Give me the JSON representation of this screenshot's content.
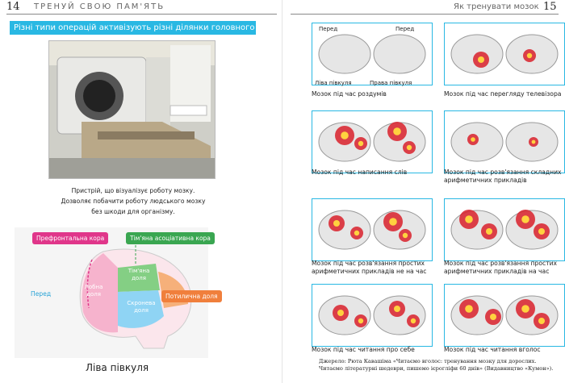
{
  "header": {
    "left_page_number": "14",
    "left_title": "ТРЕНУЙ СВОЮ ПАМ'ЯТЬ",
    "right_title": "Як тренувати мозок",
    "right_page_number": "15"
  },
  "left": {
    "section_title": "Різні типи операцій активізують різні ділянки головного мозку",
    "photo_caption": [
      "Пристрій, що візуалізує роботу мозку.",
      "Дозволяє побачити роботу людського мозку",
      "без шкоди для організму."
    ],
    "diagram": {
      "prefrontal_label": "Префронтальна кора",
      "parietal_label": "Тім'яна асоціативна кора",
      "front_label": "Перед",
      "frontal_lobe": "Лобна доля",
      "parietal_lobe": "Тім'яна доля",
      "temporal_lobe": "Скронева доля",
      "occipital_label": "Потилична доля",
      "hemisphere": "Ліва півкуля"
    }
  },
  "right": {
    "first_panel_labels": {
      "front_left": "Перед",
      "front_right": "Перед",
      "left_hemisphere": "Ліва півкуля",
      "right_hemisphere": "Права півкуля"
    },
    "panels": [
      {
        "caption": "Мозок під час роздумів"
      },
      {
        "caption": "Мозок під час перегляду телевізора"
      },
      {
        "caption": "Мозок під час написання слів"
      },
      {
        "caption": "Мозок під час розв'язання складних арифметичних прикладів"
      },
      {
        "caption": "Мозок під час розв'язання простих арифметичних прикладів не на час"
      },
      {
        "caption": "Мозок під час розв'язання простих арифметичних прикладів на час"
      },
      {
        "caption": "Мозок під час читання про себе"
      },
      {
        "caption": "Мозок під час читання вголос"
      }
    ],
    "source": "Джерело: Рюта Кавашіма «Читаємо вголос: тренування мозку для дорослих. Читаємо літературні шедеври, пишемо ієрогліфи 60 днів» (Видавництво «Кумон»)."
  },
  "colors": {
    "accent": "#29b8e3",
    "prefrontal": "#e0368a",
    "parietal": "#3aa651",
    "occipital": "#f07f3c",
    "temporal": "#4bb4e6"
  }
}
